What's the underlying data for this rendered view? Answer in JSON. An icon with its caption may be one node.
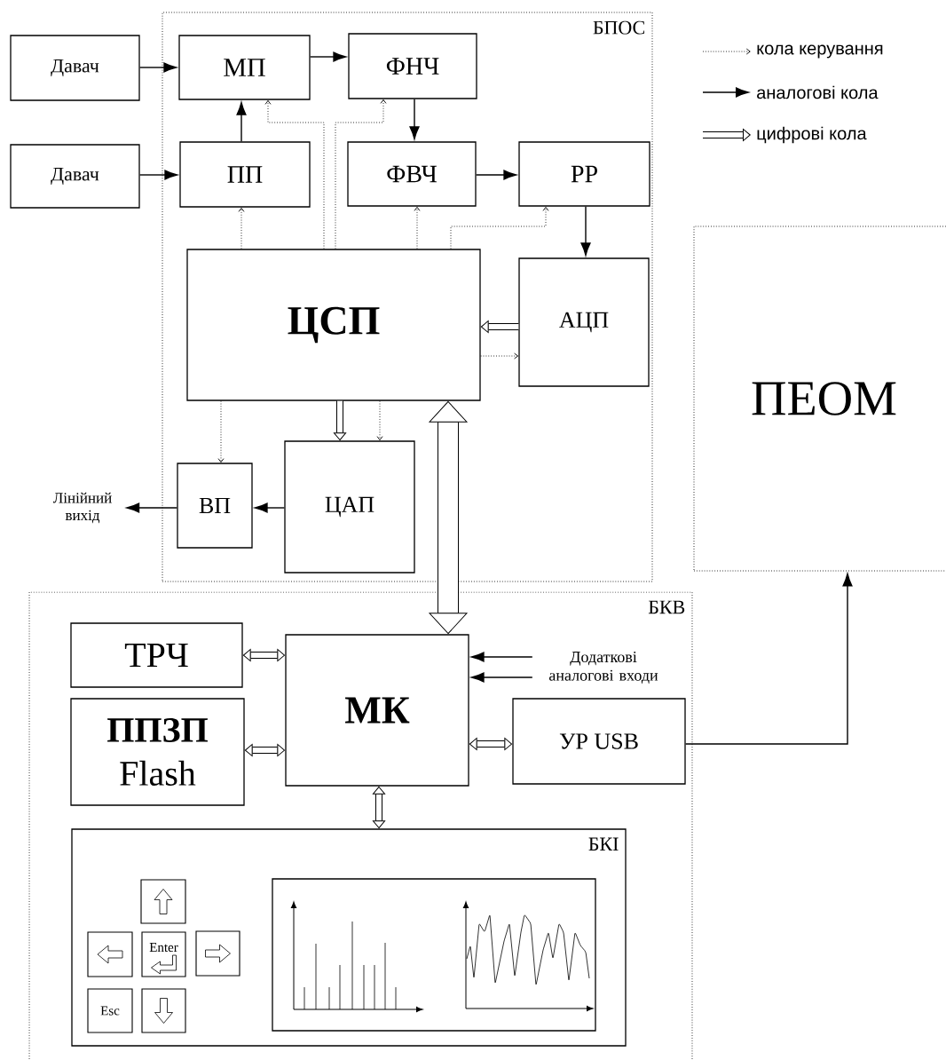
{
  "diagram": {
    "nodes": [
      {
        "text": [
          "БПОС"
        ]
      },
      {
        "text": [
          "Давач"
        ]
      },
      {
        "text": [
          "Давач"
        ]
      },
      {
        "text": [
          "МП"
        ],
        "in": 0
      },
      {
        "text": [
          "ФНЧ"
        ],
        "in": 0
      },
      {
        "text": [
          "ПП"
        ],
        "in": 0
      },
      {
        "text": [
          "ФВЧ"
        ],
        "in": 0
      },
      {
        "text": [
          "РР"
        ],
        "in": 0
      },
      {
        "text": [
          "ЦСП"
        ],
        "in": 0
      },
      {
        "text": [
          "АЦП"
        ],
        "in": 0
      },
      {
        "text": [
          "ВП"
        ],
        "in": 0
      },
      {
        "text": [
          "ЦАП"
        ],
        "in": 0
      },
      {
        "text": [
          "Лінійний вихід"
        ]
      },
      {
        "text": [
          "ПЕОМ"
        ]
      },
      {
        "text": [
          "БКВ"
        ]
      },
      {
        "text": [
          "ТРЧ"
        ],
        "in": 14
      },
      {
        "text": [
          "ППЗП",
          "Flash"
        ],
        "in": 14
      },
      {
        "text": [
          "МК"
        ],
        "in": 14
      },
      {
        "text": [
          "Додаткові аналогові входи"
        ],
        "in": 14
      },
      {
        "text": [
          "УР USB"
        ],
        "in": 14
      },
      {
        "text": [
          "БКІ"
        ],
        "in": 14
      },
      {
        "text": [],
        "shape": "box",
        "in": 20
      },
      {
        "text": [],
        "shape": "box",
        "in": 20
      },
      {
        "text": [
          "Enter"
        ],
        "in": 20
      },
      {
        "text": [],
        "shape": "box",
        "in": 20
      },
      {
        "text": [
          "Esc"
        ],
        "in": 20
      },
      {
        "text": [],
        "shape": "box",
        "in": 20
      }
    ],
    "edges": [
      {
        "from": 1,
        "to": 3,
        "arrow": "to"
      },
      {
        "from": 3,
        "to": 4,
        "arrow": "to"
      },
      {
        "from": 5,
        "to": 3,
        "arrow": "to"
      },
      {
        "from": 2,
        "to": 5,
        "arrow": "to"
      },
      {
        "from": 4,
        "to": 6,
        "arrow": "to"
      },
      {
        "from": 6,
        "to": 7,
        "arrow": "to"
      },
      {
        "from": 7,
        "to": 9,
        "arrow": "to"
      },
      {
        "from": 8,
        "to": 3,
        "arrow": "to",
        "style": "dashed"
      },
      {
        "from": 8,
        "to": 4,
        "arrow": "to",
        "style": "dashed"
      },
      {
        "from": 8,
        "to": 5,
        "arrow": "to",
        "style": "dashed"
      },
      {
        "from": 8,
        "to": 6,
        "arrow": "to",
        "style": "dashed"
      },
      {
        "from": 8,
        "to": 7,
        "arrow": "to",
        "style": "dashed"
      },
      {
        "from": 9,
        "to": 8,
        "arrow": "to",
        "style": "thick"
      },
      {
        "from": 8,
        "to": 9,
        "arrow": "to",
        "style": "dashed"
      },
      {
        "from": 8,
        "to": 10,
        "arrow": "to",
        "style": "dashed"
      },
      {
        "from": 8,
        "to": 11,
        "arrow": "to",
        "style": "thick"
      },
      {
        "from": 8,
        "to": 11,
        "arrow": "to",
        "style": "dashed"
      },
      {
        "from": 17,
        "to": 8,
        "arrow": "both",
        "style": "thick"
      },
      {
        "from": 11,
        "to": 10,
        "arrow": "to"
      },
      {
        "from": 10,
        "to": 12,
        "arrow": "to"
      },
      {
        "from": 15,
        "to": 17,
        "arrow": "both",
        "style": "thick"
      },
      {
        "from": 16,
        "to": 17,
        "arrow": "both",
        "style": "thick"
      },
      {
        "from": 18,
        "to": 17,
        "arrow": "to"
      },
      {
        "from": 18,
        "to": 17,
        "arrow": "to"
      },
      {
        "from": 17,
        "to": 19,
        "arrow": "both",
        "style": "thick"
      },
      {
        "from": 17,
        "to": 20,
        "arrow": "both",
        "style": "thick"
      },
      {
        "from": 19,
        "to": 13,
        "arrow": "to"
      }
    ],
    "legend": [
      {
        "text": "кола керування"
      },
      {
        "text": "аналогові кола"
      },
      {
        "text": "цифрові кола"
      }
    ]
  }
}
